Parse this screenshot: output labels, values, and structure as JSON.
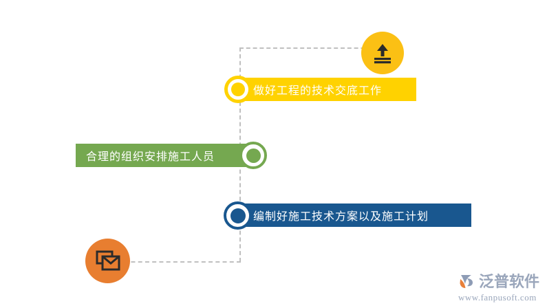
{
  "diagram": {
    "background_color": "#ffffff",
    "connector_color": "#bfbfbf",
    "steps": [
      {
        "id": "step-yellow",
        "label": "做好工程的技术交底工作",
        "color": "#ffd200",
        "marker": "donut-marker",
        "marker_side": "left"
      },
      {
        "id": "step-green",
        "label": "合理的组织安排施工人员",
        "color": "#75a850",
        "marker": "donut-marker",
        "marker_side": "right"
      },
      {
        "id": "step-blue",
        "label": "编制好施工技术方案以及施工计划",
        "color": "#19578f",
        "marker": "donut-marker",
        "marker_side": "left"
      }
    ],
    "badges": [
      {
        "id": "badge-upload",
        "icon": "upload-icon",
        "color": "#fbc014"
      },
      {
        "id": "badge-mail",
        "icon": "envelope-stack-icon",
        "color": "#e87e30"
      }
    ]
  },
  "watermark": {
    "brand_name": "泛普软件",
    "url": "www.fanpusoft.com",
    "text_color": "#9aa6bb",
    "mark_colors": {
      "orange": "#e8803a",
      "blue_gray": "#8e9cb5"
    }
  }
}
